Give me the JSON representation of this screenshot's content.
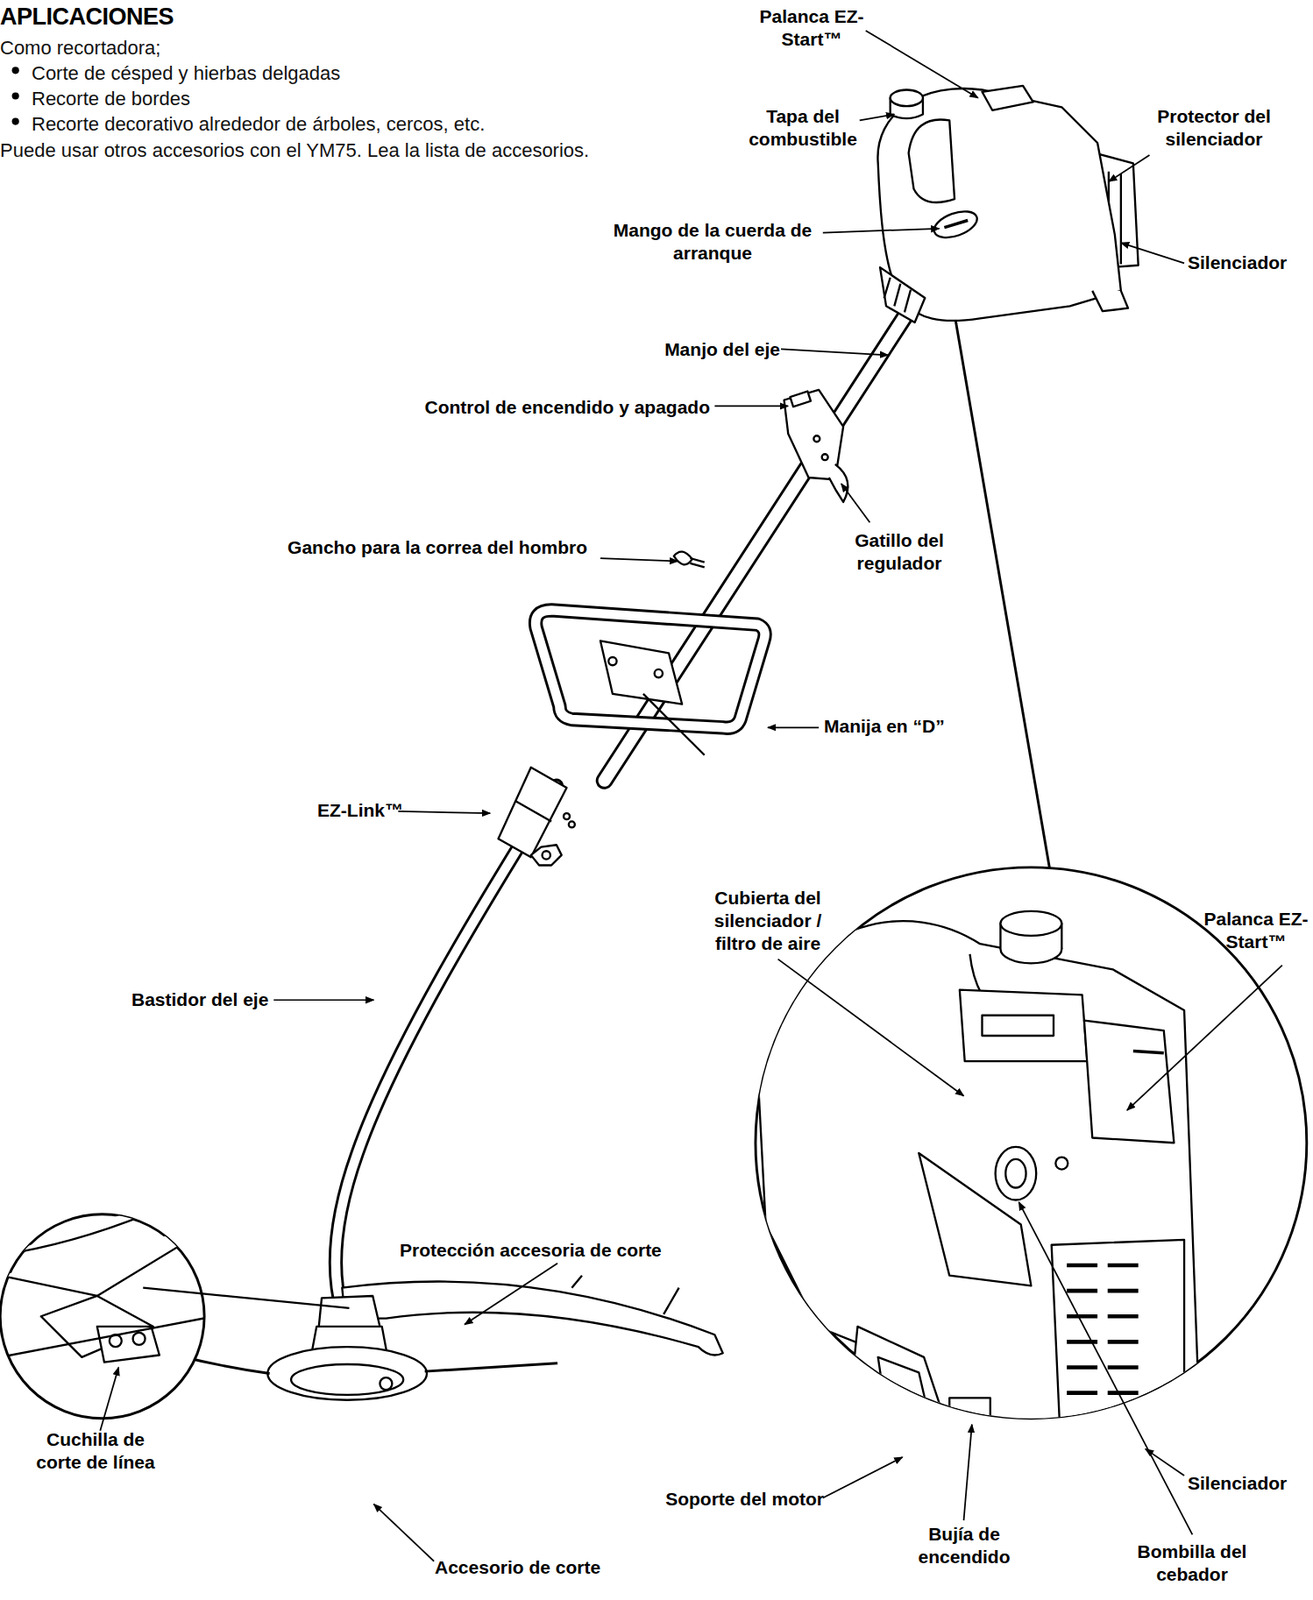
{
  "diagram": {
    "title": "APLICACIONES",
    "labels": [
      "Como recortadora;",
      "Corte de césped y hierbas delgadas",
      "Recorte de bordes",
      "Recorte decorativo alrededor de árboles, cercos, etc.",
      "Puede usar otros accesorios con el YM75. Lea la lista de accesorios.",
      "Palanca EZ-Start™",
      "Tapa del combustible",
      "Protector del silenciador",
      "Mango de la cuerda de arranque",
      "Silenciador",
      "Manjo del eje",
      "Control de encendido y apagado",
      "Gatillo del regulador",
      "Gancho para la correa del hombro",
      "Manija en “D”",
      "EZ-Link™",
      "Bastidor del eje",
      "Cubierta del silenciador / filtro de aire",
      "Palanca EZ-Start™",
      "Protección accesoria de corte",
      "Cuchilla de corte de línea",
      "Soporte del motor",
      "Silenciador",
      "Bujía de encendido",
      "Bombilla del cebador",
      "Accesorio de corte"
    ]
  }
}
